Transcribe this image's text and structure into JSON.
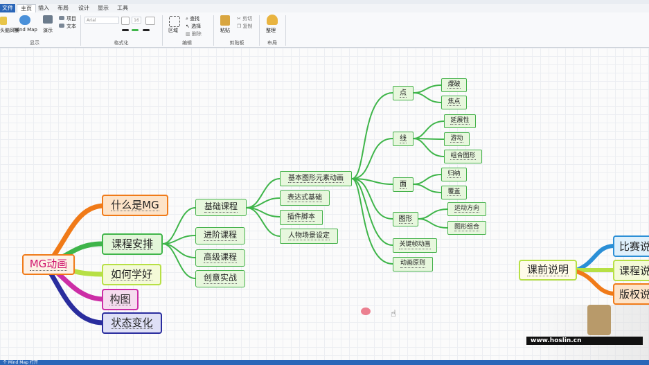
{
  "window": {
    "title": "MindMaster 思维导图"
  },
  "tabs": [
    "文件",
    "主页",
    "插入",
    "布局",
    "设计",
    "显示",
    "工具"
  ],
  "ribbon": {
    "buttons": {
      "brainstorm": "头脑风暴",
      "mindmap": "Mind Map",
      "present": "演示",
      "item": "项目",
      "text": "文本",
      "font_name": "Arial",
      "font_size": "16",
      "region": "区域",
      "find": "查找",
      "select": "选择",
      "delete": "删除",
      "paste": "粘贴",
      "cut": "剪切",
      "copy": "复制",
      "organize": "整理"
    },
    "groups": {
      "display": "显示",
      "format": "格式化",
      "edit": "编辑",
      "clipboard": "剪贴板",
      "layout": "布局"
    }
  },
  "mindmap": {
    "root": "MG动画",
    "level1": {
      "what": "什么是MG",
      "schedule": "课程安排",
      "how": "如何学好",
      "composition": "构图",
      "state": "状态变化"
    },
    "level2": {
      "basic": "基础课程",
      "advanced": "进阶课程",
      "senior": "高级课程",
      "creative": "创意实战"
    },
    "level3": {
      "shape_anim": "基本图形元素动画",
      "expression": "表达式基础",
      "plugin": "插件脚本",
      "character": "人物场景设定"
    },
    "level4": {
      "point": "点",
      "line": "线",
      "plane": "面",
      "graphics": "图形",
      "keyframe": "关键帧动画",
      "principles": "动画原则"
    },
    "level5": {
      "explode": "爆破",
      "focus": "焦点",
      "extend": "延展性",
      "swing": "游动",
      "combo": "组合图形",
      "induce": "归纳",
      "cover": "覆盖",
      "motion_dir": "运动方向",
      "graph_combo": "图形组合"
    },
    "second_map": {
      "root": "课前说明",
      "child1": "比赛说",
      "child2": "课程说",
      "child3": "版权说"
    },
    "colors": {
      "orange": "#f07a18",
      "green": "#3fb54a",
      "yellow_green": "#b7e045",
      "magenta": "#cc2ea6",
      "navy": "#2a2d9e",
      "blue": "#2b8fd6"
    }
  },
  "watermark": {
    "url": "www.hoslin.cn"
  },
  "status": {
    "left": "个 Mind Map 打开"
  }
}
